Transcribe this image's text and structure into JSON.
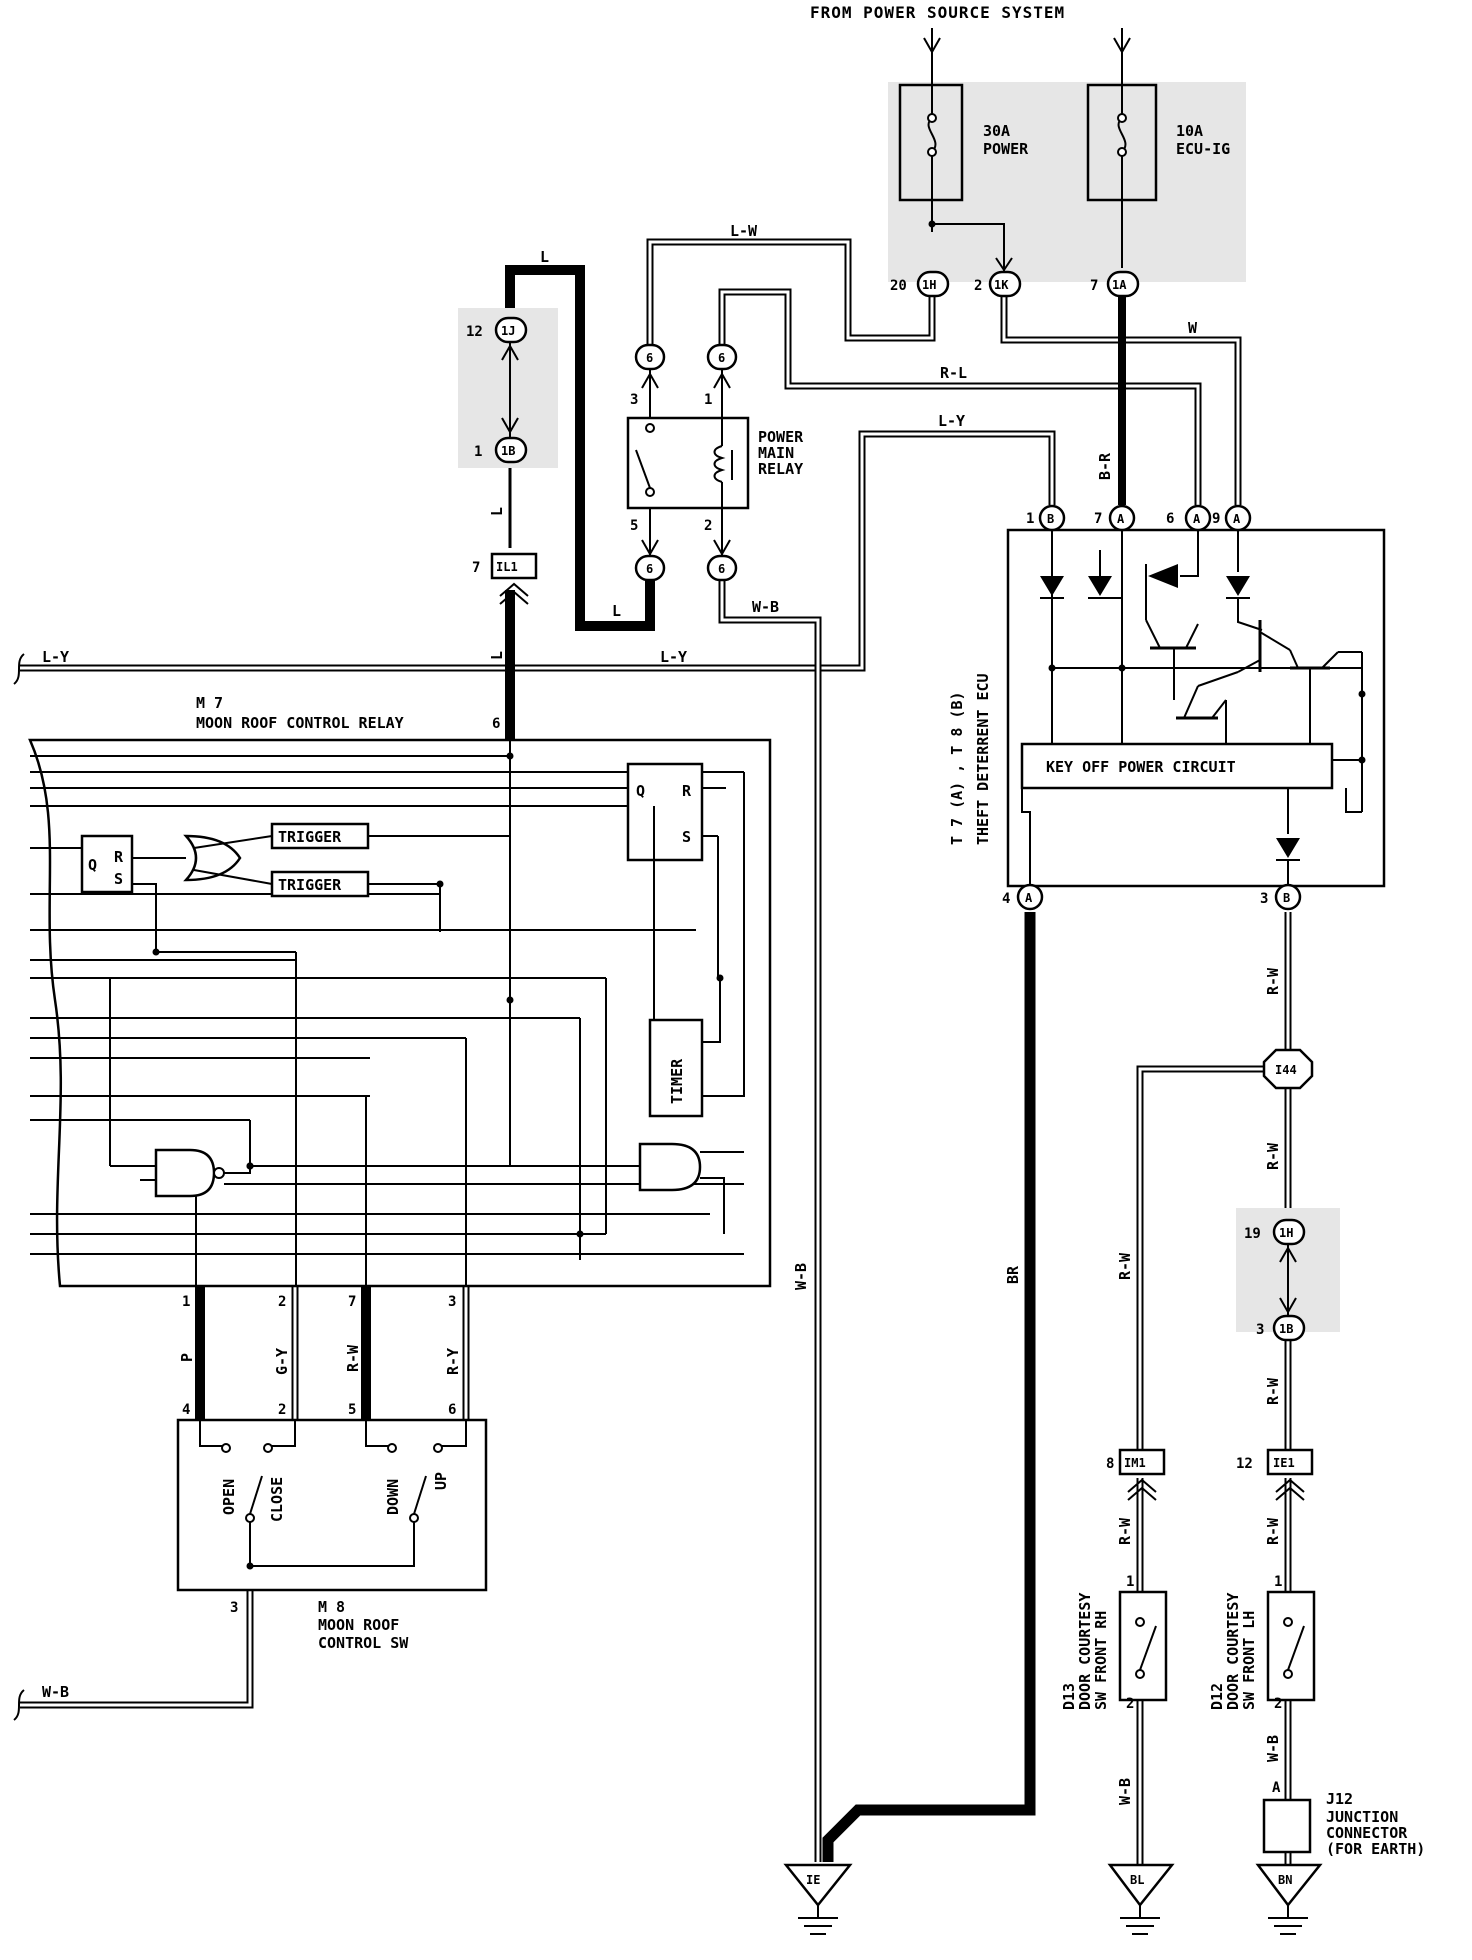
{
  "header": {
    "source": "FROM POWER SOURCE SYSTEM"
  },
  "fuses": [
    {
      "rating": "30A",
      "name": "POWER"
    },
    {
      "rating": "10A",
      "name": "ECU-IG"
    }
  ],
  "connectors": {
    "c20": {
      "pin": "20",
      "id": "1H"
    },
    "c2k": {
      "pin": "2",
      "id": "1K"
    },
    "c7a": {
      "pin": "7",
      "id": "1A"
    },
    "c12": {
      "pin": "12",
      "id": "1J"
    },
    "c1b": {
      "pin": "1",
      "id": "1B"
    },
    "il1": {
      "pin": "7",
      "id": "IL1"
    },
    "i44": {
      "id": "I44"
    },
    "c19": {
      "pin": "19",
      "id": "1H"
    },
    "c3b": {
      "pin": "3",
      "id": "1B"
    },
    "im1": {
      "pin": "8",
      "id": "IM1"
    },
    "ie1": {
      "pin": "12",
      "id": "IE1"
    },
    "relay_pin": "6"
  },
  "wire_colors": {
    "l": "L",
    "lw": "L-W",
    "rl": "R-L",
    "ly": "L-Y",
    "w": "W",
    "br_": "B-R",
    "wb": "W-B",
    "br": "BR",
    "rw": "R-W",
    "p": "P",
    "gy": "G-Y",
    "ry": "R-Y"
  },
  "power_main_relay": {
    "label_1": "POWER",
    "label_2": "MAIN",
    "label_3": "RELAY",
    "pins": [
      "3",
      "1",
      "5",
      "2"
    ]
  },
  "ecu": {
    "label_1": "T 7 (A) , T 8 (B)",
    "label_2": "THEFT DETERRENT ECU",
    "circuit": "KEY OFF POWER CIRCUIT",
    "top_pins": [
      {
        "pin": "1",
        "terminal": "B"
      },
      {
        "pin": "7",
        "terminal": "A"
      },
      {
        "pin": "6",
        "terminal": "A"
      },
      {
        "pin": "9",
        "terminal": "A"
      }
    ],
    "bottom_pins": [
      {
        "pin": "4",
        "terminal": "A"
      },
      {
        "pin": "3",
        "terminal": "B"
      }
    ]
  },
  "control_relay": {
    "label_1": "M 7",
    "label_2": "MOON ROOF CONTROL RELAY",
    "top_pin": "6",
    "trigger": "TRIGGER",
    "timer": "TIMER",
    "q": "Q",
    "r": "R",
    "s": "S",
    "bottom_pins": [
      "1",
      "2",
      "7",
      "3"
    ]
  },
  "switch": {
    "label_1": "M 8",
    "label_2": "MOON ROOF",
    "label_3": "CONTROL SW",
    "top_pins": [
      "4",
      "2",
      "5",
      "6"
    ],
    "positions": [
      "OPEN",
      "CLOSE",
      "DOWN",
      "UP"
    ],
    "ground_pin": "3"
  },
  "door_rh": {
    "label_1": "D13",
    "label_2": "DOOR COURTESY",
    "label_3": "SW FRONT RH",
    "pins": [
      "1",
      "2"
    ]
  },
  "door_lh": {
    "label_1": "D12",
    "label_2": "DOOR COURTESY",
    "label_3": "SW FRONT LH",
    "pins": [
      "1",
      "2"
    ]
  },
  "junction": {
    "id": "J12",
    "pin": "A",
    "label_1": "JUNCTION",
    "label_2": "CONNECTOR",
    "label_3": "(FOR EARTH)"
  },
  "grounds": [
    "IE",
    "BL",
    "BN"
  ]
}
